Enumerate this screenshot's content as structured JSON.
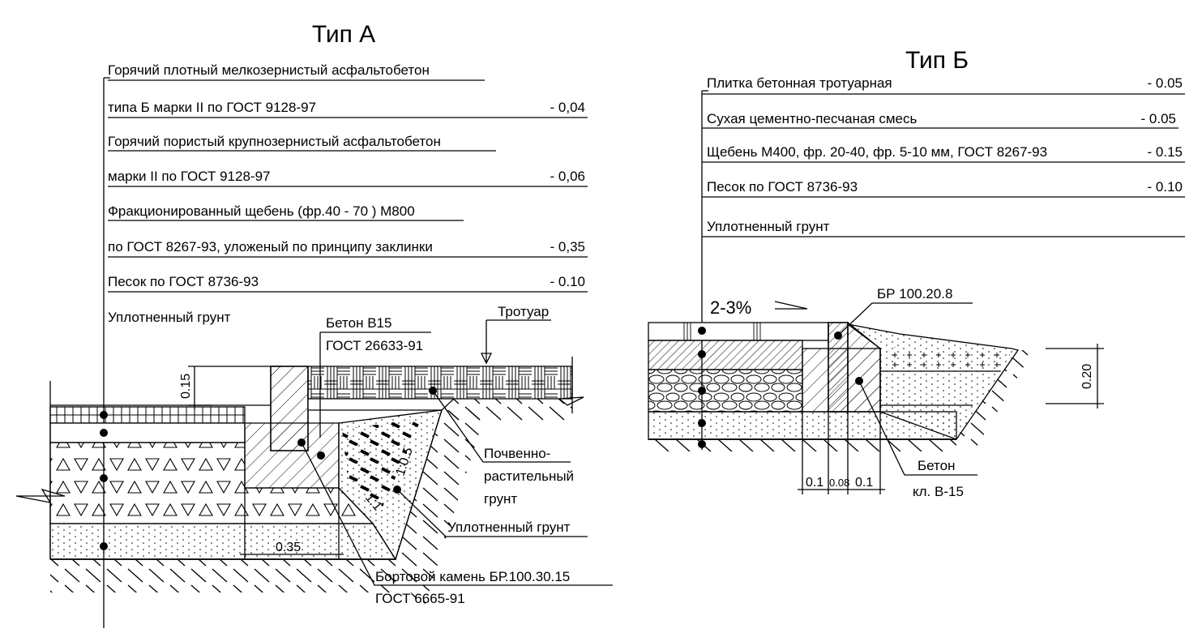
{
  "type_a": {
    "title": "Тип А",
    "layers": [
      {
        "line1": "Горячий плотный мелкозернистый асфальтобетон",
        "line2": "типа Б марки II по ГОСТ 9128-97",
        "thickness": "- 0,04"
      },
      {
        "line1": "Горячий пористый крупнозернистый асфальтобетон",
        "line2": "марки II по ГОСТ 9128-97",
        "thickness": "- 0,06"
      },
      {
        "line1": "Фракционированный щебень (фр.40 - 70 ) М800",
        "line2": "по ГОСТ 8267-93, уложеный по принципу заклинки",
        "thickness": "- 0,35"
      },
      {
        "line1": "Песок по ГОСТ 8736-93",
        "thickness": "- 0.10"
      }
    ],
    "base": "Уплотненный грунт",
    "callouts": {
      "concrete_1": "Бетон В15",
      "concrete_2": "ГОСТ 26633-91",
      "sidewalk": "Тротуар",
      "soil_1": "Почвенно-",
      "soil_2": "растительный",
      "soil_3": "грунт",
      "compacted": "Уплотненный грунт",
      "curb_1": "Бортовой камень БР.100.30.15",
      "curb_2": "ГОСТ 6665-91"
    },
    "dims": {
      "height": "0.15",
      "width": "0.35",
      "slope1": "1:0.5",
      "slope2": "1:1"
    }
  },
  "type_b": {
    "title": "Тип Б",
    "layers": [
      {
        "label": "Плитка бетонная тротуарная",
        "thickness": "- 0.05"
      },
      {
        "label": "Сухая цементно-песчаная смесь",
        "thickness": "- 0.05"
      },
      {
        "label": "Щебень  М400, фр. 20-40, фр. 5-10 мм, ГОСТ 8267-93",
        "thickness": "- 0.15"
      },
      {
        "label": "Песок по ГОСТ 8736-93",
        "thickness": "- 0.10"
      }
    ],
    "base": "Уплотненный грунт",
    "slope": "2-3%",
    "curb": "БР 100.20.8",
    "concrete_1": "Бетон",
    "concrete_2": "кл. В-15",
    "dims": {
      "height": "0.20",
      "w1": "0.1",
      "w2": "0.08",
      "w3": "0.1"
    }
  }
}
